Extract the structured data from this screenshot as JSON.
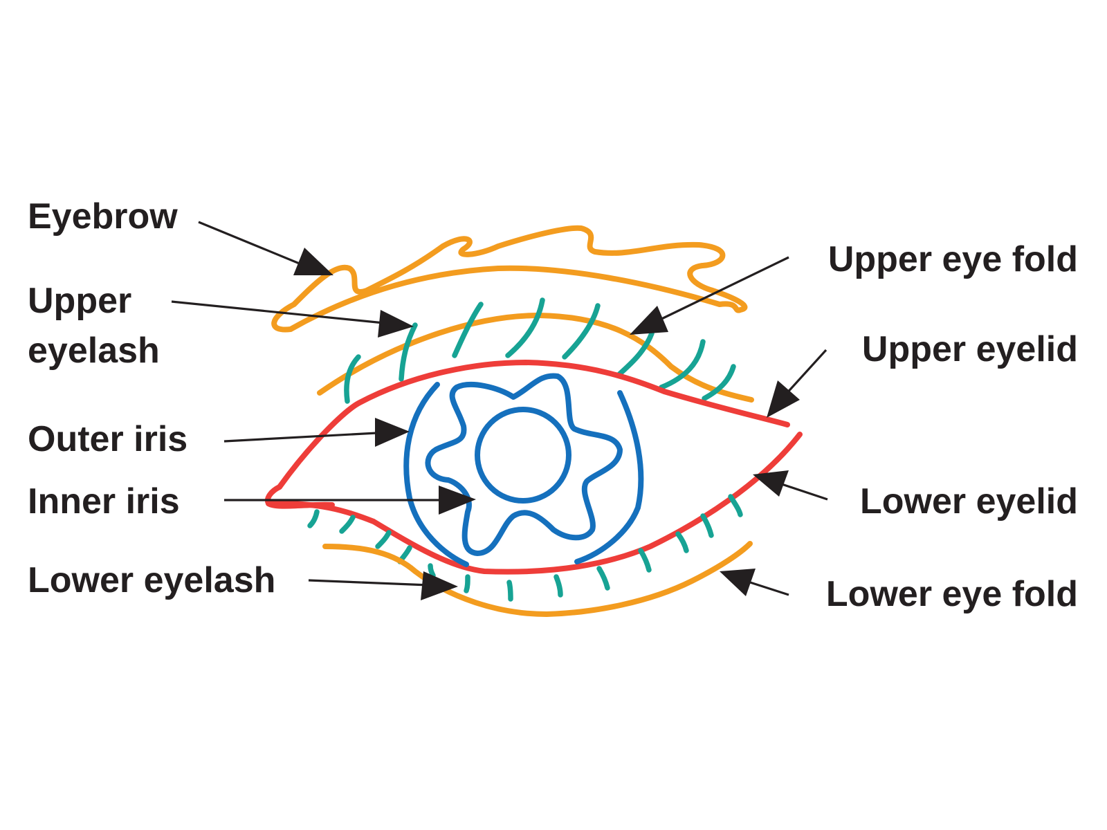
{
  "colors": {
    "eyebrow": "#f39c1f",
    "eye_fold": "#f39c1f",
    "eyelash": "#17a394",
    "eyelid": "#ee3d39",
    "iris": "#1570bd",
    "label": "#231f20",
    "background": "#ffffff"
  },
  "labels": {
    "eyebrow": "Eyebrow",
    "upper_eyelash_line1": "Upper",
    "upper_eyelash_line2": "eyelash",
    "outer_iris": "Outer iris",
    "inner_iris": "Inner iris",
    "lower_eyelash": "Lower eyelash",
    "upper_eye_fold": "Upper eye fold",
    "upper_eyelid": "Upper eyelid",
    "lower_eyelid": "Lower eyelid",
    "lower_eye_fold": "Lower eye fold"
  }
}
